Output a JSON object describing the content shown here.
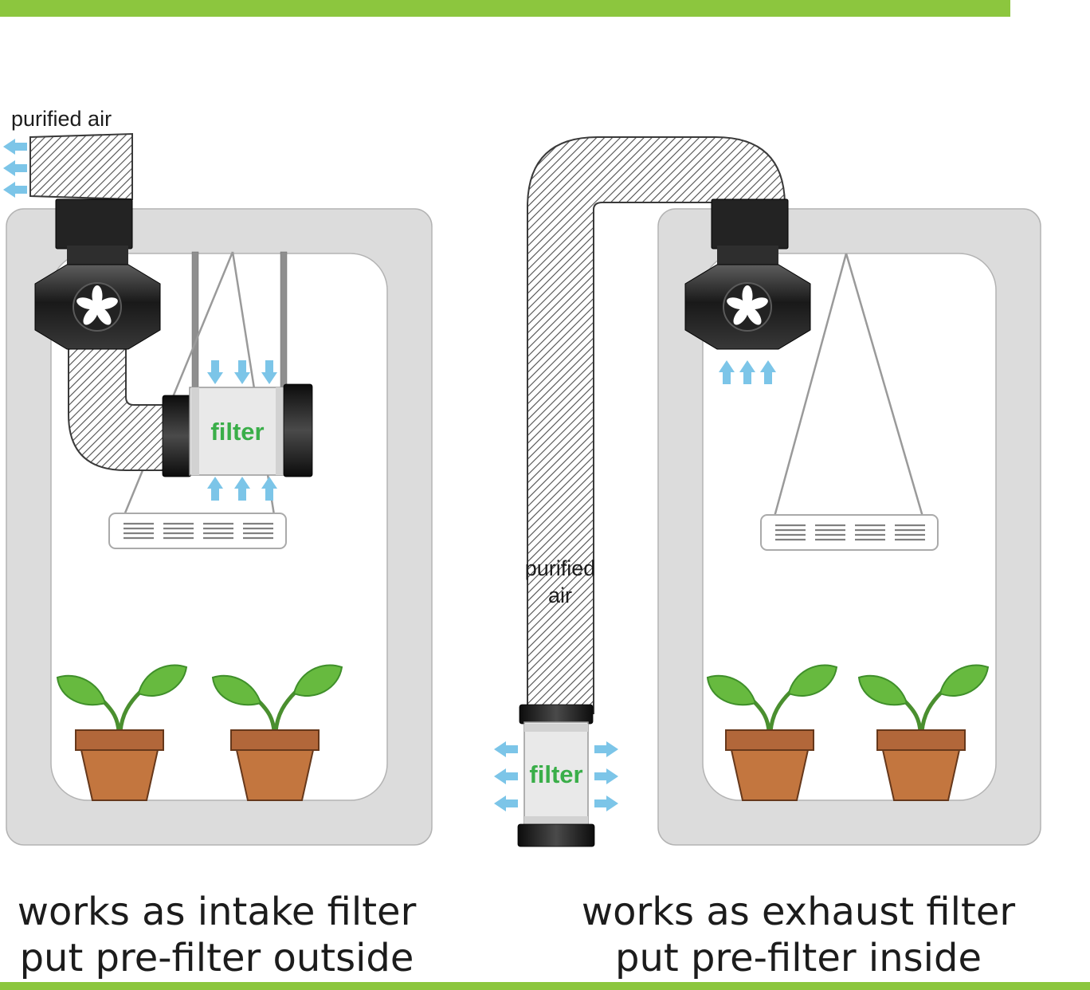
{
  "page": {
    "background_color": "#ffffff",
    "top_bar_color": "#8cc63e",
    "bottom_bar_color": "#8cc63e"
  },
  "colors": {
    "arrow_blue": "#7cc5e8",
    "filter_label_green": "#3aae49",
    "tent_wall_gray": "#dcdcdc",
    "duct_outline": "#3a3a3a",
    "fan_dark": "#2a2a2a",
    "pot_terracotta": "#c3763f",
    "leaf_green": "#67ba3f"
  },
  "left_diagram": {
    "purified_air_label": "purified air",
    "filter_label": "filter",
    "caption_line1": "works as intake filter",
    "caption_line2": "put pre-filter outside"
  },
  "right_diagram": {
    "purified_air_line1": "purified",
    "purified_air_line2": "air",
    "filter_label": "filter",
    "caption_line1": "works as exhaust filter",
    "caption_line2": "put pre-filter inside"
  }
}
